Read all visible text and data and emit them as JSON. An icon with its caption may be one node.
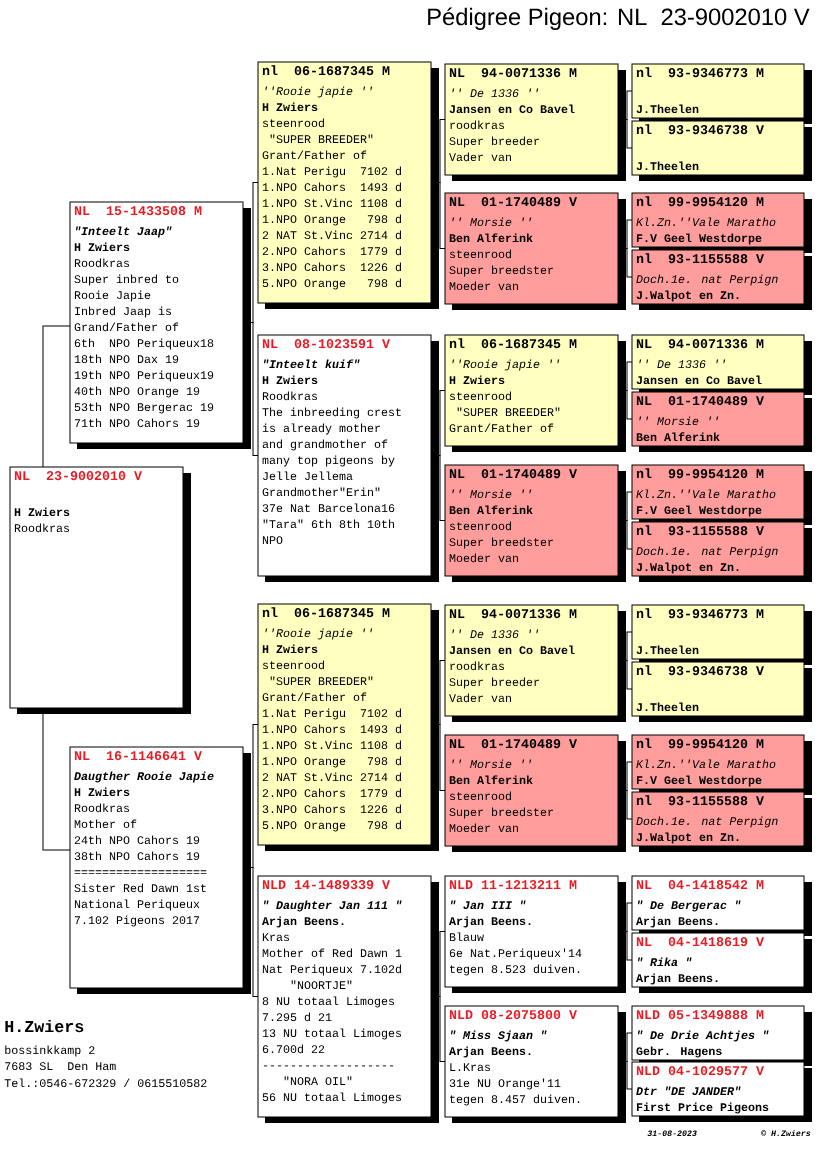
{
  "diagram": {
    "title": "Pédigree Pigeon: NL  23-9002010 V",
    "nodes": [
      {
        "text": [
          "NL  23-9002010 V",
          "H Zwiers",
          "Roodkras"
        ]
      },
      {
        "text": [
          "NL  15-1433508 M",
          "\"Inteelt Jaap\"",
          "H Zwiers",
          "Roodkras",
          "Super inbred to",
          "Rooie Japie",
          "Inbred Jaap is",
          "Grand/Father of",
          "6th  NPO Periqueux18",
          "18th NPO Dax 19",
          "19th NPO Periqueux19",
          "40th NPO Orange 19",
          "53th NPO Bergerac 19",
          "71th NPO Cahors 19"
        ]
      },
      {
        "text": [
          "NL  16-1146641 V",
          "Daugther Rooie Japie",
          "H Zwiers",
          "Roodkras",
          "Mother of",
          "24th NPO Cahors 19",
          "38th NPO Cahors 19",
          "===================",
          "Sister Red Dawn 1st",
          "National Periqueux",
          "7.102 Pigeons 2017"
        ]
      },
      {
        "text": [
          "nl  06-1687345 M",
          "''Rooie japie ''",
          "H Zwiers",
          "steenrood",
          " \"SUPER BREEDER\"",
          "Grant/Father of",
          "1.Nat Perigu  7102 d",
          "1.NPO Cahors  1493 d",
          "1.NPO St.Vinc 1108 d",
          "1.NPO Orange   798 d",
          "2 NAT St.Vinc 2714 d",
          "2.NPO Cahors  1779 d",
          "3.NPO Cahors  1226 d",
          "5.NPO Orange   798 d"
        ]
      },
      {
        "text": [
          "NL  08-1023591 V",
          "\"Inteelt kuif\"",
          "H Zwiers",
          "Roodkras",
          "The inbreeding crest",
          "is already mother",
          "and grandmother of",
          "many top pigeons by",
          "Jelle Jellema",
          "Grandmother\"Erin\"",
          "37e Nat Barcelona16",
          "\"Tara\" 6th 8th 10th",
          "NPO"
        ]
      },
      {
        "text": [
          "nl  06-1687345 M",
          "''Rooie japie ''",
          "H Zwiers",
          "steenrood",
          " \"SUPER BREEDER\"",
          "Grant/Father of",
          "1.Nat Perigu  7102 d",
          "1.NPO Cahors  1493 d",
          "1.NPO St.Vinc 1108 d",
          "1.NPO Orange   798 d",
          "2 NAT St.Vinc 2714 d",
          "2.NPO Cahors  1779 d",
          "3.NPO Cahors  1226 d",
          "5.NPO Orange   798 d"
        ]
      },
      {
        "text": [
          "NLD 14-1489339 V",
          "\" Daughter Jan 111 \"",
          "Arjan Beens.",
          "Kras",
          "Mother of Red Dawn 1",
          "Nat Periqueux 7.102d",
          "    \"NOORTJE\"",
          "8 NU totaal Limoges",
          "7.295 d 21",
          "13 NU totaal Limoges",
          "6.700d 22",
          "-------------------",
          "   \"NORA OIL\"",
          "56 NU totaal Limoges"
        ]
      },
      {
        "text": [
          "NL  94-0071336 M",
          "'' De 1336 ''",
          "Jansen en Co Bavel",
          "roodkras",
          "Super breeder",
          "Vader van"
        ]
      },
      {
        "text": [
          "NL  01-1740489 V",
          "'' Morsie ''",
          "Ben Alferink",
          "steenrood",
          "Super breedster",
          "Moeder van"
        ]
      },
      {
        "text": [
          "nl  06-1687345 M",
          "''Rooie japie ''",
          "H Zwiers",
          "steenrood",
          " \"SUPER BREEDER\"",
          "Grant/Father of"
        ]
      },
      {
        "text": [
          "NL  01-1740489 V",
          "'' Morsie ''",
          "Ben Alferink",
          "steenrood",
          "Super breedster",
          "Moeder van"
        ]
      },
      {
        "text": [
          "NL  94-0071336 M",
          "'' De 1336 ''",
          "Jansen en Co Bavel",
          "roodkras",
          "Super breeder",
          "Vader van"
        ]
      },
      {
        "text": [
          "NL  01-1740489 V",
          "'' Morsie ''",
          "Ben Alferink",
          "steenrood",
          "Super breedster",
          "Moeder van"
        ]
      },
      {
        "text": [
          "NLD 11-1213211 M",
          "\" Jan III \"",
          "Arjan Beens.",
          "Blauw",
          "6e Nat.Periqueux'14",
          "tegen 8.523 duiven."
        ]
      },
      {
        "text": [
          "NLD 08-2075800 V",
          "\" Miss Sjaan \"",
          "Arjan Beens.",
          "L.Kras",
          "31e NU Orange'11",
          "tegen 8.457 duiven."
        ]
      },
      {
        "text": [
          "nl  93-9346773 M",
          "J.Theelen"
        ]
      },
      {
        "text": [
          "nl  93-9346738 V",
          "J.Theelen"
        ]
      },
      {
        "text": [
          "nl  99-9954120 M",
          "Kl.Zn.''Vale Maratho",
          "F.V Geel Westdorpe"
        ]
      },
      {
        "text": [
          "nl  93-1155588 V",
          "Doch.1e. nat Perpign",
          "J.Walpot en Zn."
        ]
      },
      {
        "text": [
          "NL  94-0071336 M",
          "'' De 1336 ''",
          "Jansen en Co Bavel"
        ]
      },
      {
        "text": [
          "NL  01-1740489 V",
          "'' Morsie ''",
          "Ben Alferink"
        ]
      },
      {
        "text": [
          "nl  99-9954120 M",
          "Kl.Zn.''Vale Maratho",
          "F.V Geel Westdorpe"
        ]
      },
      {
        "text": [
          "nl  93-1155588 V",
          "Doch.1e. nat Perpign",
          "J.Walpot en Zn."
        ]
      },
      {
        "text": [
          "nl  93-9346773 M",
          "J.Theelen"
        ]
      },
      {
        "text": [
          "nl  93-9346738 V",
          "J.Theelen"
        ]
      },
      {
        "text": [
          "nl  99-9954120 M",
          "Kl.Zn.''Vale Maratho",
          "F.V Geel Westdorpe"
        ]
      },
      {
        "text": [
          "nl  93-1155588 V",
          "Doch.1e. nat Perpign",
          "J.Walpot en Zn."
        ]
      },
      {
        "text": [
          "NL  04-1418542 M",
          "\" De Bergerac \"",
          "Arjan Beens."
        ]
      },
      {
        "text": [
          "NL  04-1418619 V",
          "\" Rika \"",
          "Arjan Beens."
        ]
      },
      {
        "text": [
          "NLD 05-1349888 M",
          "\" De Drie Achtjes \"",
          "Gebr. Hagens"
        ]
      },
      {
        "text": [
          "NLD 04-1029577 V",
          "Dtr \"DE JANDER\"",
          "First Price Pigeons"
        ]
      }
    ],
    "edges": [
      {
        "from": 0,
        "to": 1,
        "arrow": "none"
      },
      {
        "from": 0,
        "to": 2,
        "arrow": "none"
      },
      {
        "from": 1,
        "to": 3,
        "arrow": "none"
      },
      {
        "from": 1,
        "to": 4,
        "arrow": "none"
      },
      {
        "from": 2,
        "to": 5,
        "arrow": "none"
      },
      {
        "from": 2,
        "to": 6,
        "arrow": "none"
      },
      {
        "from": 3,
        "to": 7,
        "arrow": "none"
      },
      {
        "from": 3,
        "to": 8,
        "arrow": "none"
      },
      {
        "from": 4,
        "to": 9,
        "arrow": "none"
      },
      {
        "from": 4,
        "to": 10,
        "arrow": "none"
      },
      {
        "from": 5,
        "to": 11,
        "arrow": "none"
      },
      {
        "from": 5,
        "to": 12,
        "arrow": "none"
      },
      {
        "from": 6,
        "to": 13,
        "arrow": "none"
      },
      {
        "from": 6,
        "to": 14,
        "arrow": "none"
      },
      {
        "from": 7,
        "to": 15,
        "arrow": "none"
      },
      {
        "from": 7,
        "to": 16,
        "arrow": "none"
      },
      {
        "from": 8,
        "to": 17,
        "arrow": "none"
      },
      {
        "from": 8,
        "to": 18,
        "arrow": "none"
      },
      {
        "from": 9,
        "to": 19,
        "arrow": "none"
      },
      {
        "from": 9,
        "to": 20,
        "arrow": "none"
      },
      {
        "from": 10,
        "to": 21,
        "arrow": "none"
      },
      {
        "from": 10,
        "to": 22,
        "arrow": "none"
      },
      {
        "from": 11,
        "to": 23,
        "arrow": "none"
      },
      {
        "from": 11,
        "to": 24,
        "arrow": "none"
      },
      {
        "from": 12,
        "to": 25,
        "arrow": "none"
      },
      {
        "from": 12,
        "to": 26,
        "arrow": "none"
      },
      {
        "from": 13,
        "to": 27,
        "arrow": "none"
      },
      {
        "from": 13,
        "to": 28,
        "arrow": "none"
      },
      {
        "from": 14,
        "to": 29,
        "arrow": "none"
      },
      {
        "from": 14,
        "to": 30,
        "arrow": "none"
      }
    ],
    "labels": [
      "H.Zwiers",
      "bossinkkamp 2",
      "7683 SL  Den Ham",
      "Tel.:0546-672329 / 0615510582",
      "31-08-2023",
      "© H.Zwiers"
    ]
  }
}
